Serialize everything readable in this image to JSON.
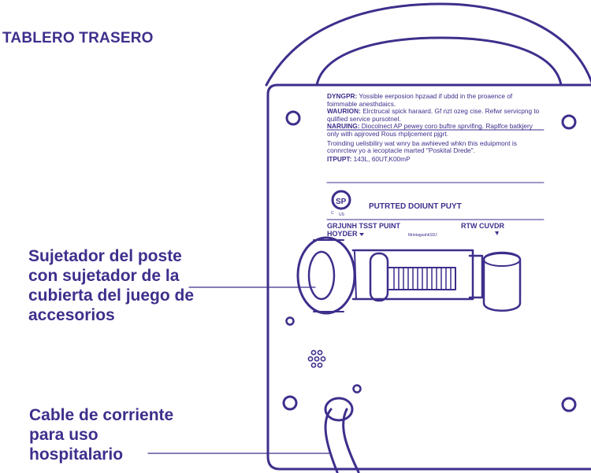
{
  "title": "TABLERO TRASERO",
  "callouts": {
    "clamp": "Sujetador del poste con sujetador de la cubierta del juego de accesorios",
    "cable": "Cable de corriente para uso hospitalario"
  },
  "panel": {
    "danger_label": "DYNGPR:",
    "danger_text": "Yossible eerposion hpzaad if ubdd in the proaence of foimmable anesthdaics.",
    "warning_label": "WAURION:",
    "warning_text": "Elrctrucal spick haraard. Gf nzt ozeg cise. Refwr servicpng to qulified service pursotnel.",
    "warning2_label": "NARUING:",
    "warning2_text": "Diocolnect AP pewey coro buftre sprvifing. Raplfce batkjery only with apjroved Rous rhpljcement pjgrt.",
    "note_text": "Troinding uelisbiliry wat wnry ba awhieved whkn this eduipmont is connrctew yo a iecoptacle marted \"Poskital Drede\".",
    "input_label": "ITPUPT:",
    "input_text": "143L, 60UT,K00mP",
    "cert_text": "PUTRTED DOIUNT PUYT",
    "cert_small_c": "C",
    "cert_small_us": "US",
    "ground_label": "GRJUNH TSST PUINT",
    "holder_label": "HOYDER",
    "cover_label": "RTW CUVDR",
    "tiny_label": "fdrietagsahkSDJ"
  }
}
